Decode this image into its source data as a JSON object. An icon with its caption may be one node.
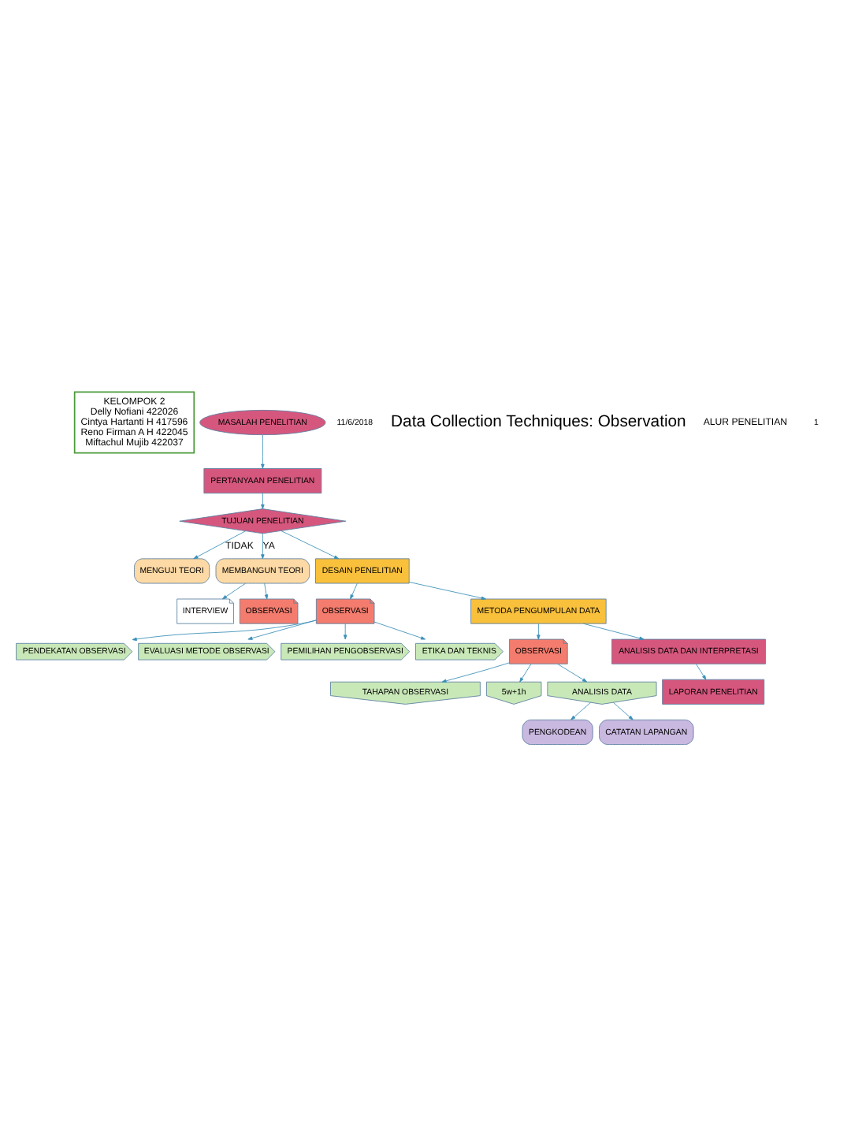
{
  "diagram": {
    "nodes": [
      {
        "text": [
          "KELOMPOK 2",
          "Delly Nofiani 422026",
          "Cintya Hartanti H 417596",
          "Reno Firman A H 422045",
          "Miftachul Mujib 422037"
        ]
      },
      {
        "text": [
          "MASALAH PENELITIAN"
        ]
      },
      {
        "text": [
          "PERTANYAAN PENELITIAN"
        ]
      },
      {
        "text": [
          "TUJUAN PENELITIAN"
        ]
      },
      {
        "text": [
          "MENGUJI TEORI"
        ]
      },
      {
        "text": [
          "MEMBANGUN TEORI"
        ]
      },
      {
        "text": [
          "INTERVIEW"
        ]
      },
      {
        "text": [
          "OBSERVASI"
        ]
      },
      {
        "text": [
          "DESAIN PENELITIAN"
        ]
      },
      {
        "text": [
          "OBSERVASI"
        ]
      },
      {
        "text": [
          "PENDEKATAN OBSERVASI"
        ]
      },
      {
        "text": [
          "EVALUASI METODE OBSERVASI"
        ]
      },
      {
        "text": [
          "PEMILIHAN PENGOBSERVASI"
        ]
      },
      {
        "text": [
          "ETIKA DAN TEKNIS"
        ]
      },
      {
        "text": [
          "METODA PENGUMPULAN DATA"
        ]
      },
      {
        "text": [
          "OBSERVASI"
        ]
      },
      {
        "text": [
          "TAHAPAN OBSERVASI"
        ]
      },
      {
        "text": [
          "5w+1h"
        ]
      },
      {
        "text": [
          "ANALISIS DATA"
        ]
      },
      {
        "text": [
          "PENGKODEAN"
        ]
      },
      {
        "text": [
          "CATATAN LAPANGAN"
        ]
      },
      {
        "text": [
          "ANALISIS DATA DAN INTERPRETASI"
        ]
      },
      {
        "text": [
          "LAPORAN PENELITIAN"
        ]
      }
    ],
    "edges": [
      {
        "from": 1,
        "to": 2,
        "arrow": "to"
      },
      {
        "from": 2,
        "to": 3,
        "arrow": "to"
      },
      {
        "from": 3,
        "to": 4,
        "arrow": "to",
        "label": "TIDAK"
      },
      {
        "from": 3,
        "to": 5,
        "arrow": "to",
        "label": "YA"
      },
      {
        "from": 3,
        "to": 8,
        "arrow": "to"
      },
      {
        "from": 5,
        "to": 6,
        "arrow": "to"
      },
      {
        "from": 5,
        "to": 7,
        "arrow": "to"
      },
      {
        "from": 8,
        "to": 9,
        "arrow": "to"
      },
      {
        "from": 9,
        "to": 10,
        "arrow": "to"
      },
      {
        "from": 9,
        "to": 11,
        "arrow": "to"
      },
      {
        "from": 9,
        "to": 12,
        "arrow": "to"
      },
      {
        "from": 9,
        "to": 13,
        "arrow": "to"
      },
      {
        "from": 8,
        "to": 14,
        "arrow": "to"
      },
      {
        "from": 14,
        "to": 15,
        "arrow": "to"
      },
      {
        "from": 15,
        "to": 16,
        "arrow": "to"
      },
      {
        "from": 15,
        "to": 17,
        "arrow": "to"
      },
      {
        "from": 15,
        "to": 18,
        "arrow": "to"
      },
      {
        "from": 18,
        "to": 19,
        "arrow": "to"
      },
      {
        "from": 18,
        "to": 20,
        "arrow": "to"
      },
      {
        "from": 14,
        "to": 21,
        "arrow": "to"
      },
      {
        "from": 21,
        "to": 22,
        "arrow": "to"
      }
    ],
    "labels": [
      "11/6/2018",
      "Data Collection Techniques: Observation",
      "ALUR PENELITIAN",
      "1"
    ]
  }
}
